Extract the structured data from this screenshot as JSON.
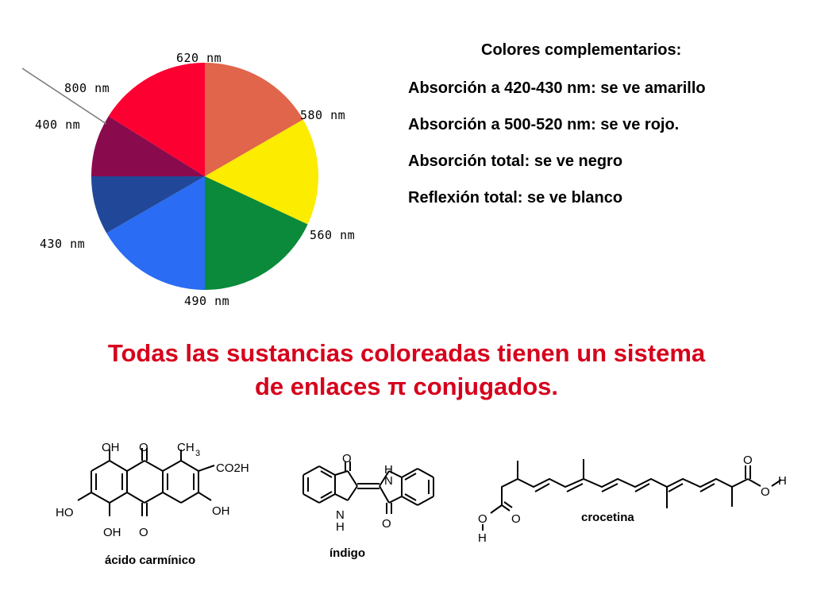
{
  "color_wheel": {
    "segments": [
      {
        "color": "#e0654a"
      },
      {
        "color": "#fcec00"
      },
      {
        "color": "#0a8a3a"
      },
      {
        "color": "#2a6cf4"
      },
      {
        "color": "#214898"
      },
      {
        "color": "#8a0a4e"
      },
      {
        "color": "#fb0031"
      }
    ],
    "labels": {
      "l620": "620 nm",
      "l800": "800 nm",
      "l400": "400 nm",
      "l580": "580 nm",
      "l560": "560 nm",
      "l430": "430 nm",
      "l490": "490 nm"
    }
  },
  "info": {
    "heading": "Colores complementarios:",
    "lines": [
      "Absorción a 420-430 nm: se ve amarillo",
      "Absorción a 500-520 nm: se ve rojo.",
      "Absorción total: se ve negro",
      "Reflexión total: se ve blanco"
    ]
  },
  "headline": {
    "line1": "Todas las sustancias coloreadas tienen un sistema",
    "line2": "de enlaces π conjugados."
  },
  "molecules": {
    "carminic": {
      "name": "ácido carmínico",
      "oh_top": "OH",
      "o_top": "O",
      "ch": "CH",
      "sub3": "3",
      "co2h": "CO2H",
      "ho_left": "HO",
      "oh_right": "OH",
      "oh_bottom": "OH",
      "o_bottom": "O"
    },
    "indigo": {
      "name": "índigo",
      "o_top": "O",
      "h_top": "H",
      "n_top": "N",
      "n_bottom": "N",
      "h_bottom": "H",
      "o_bottom": "O"
    },
    "crocetin": {
      "name": "crocetina",
      "o_top": "O",
      "o_right": "O",
      "h_right": "H",
      "o_left": "O",
      "o_left2": "O",
      "h_left": "H"
    }
  }
}
